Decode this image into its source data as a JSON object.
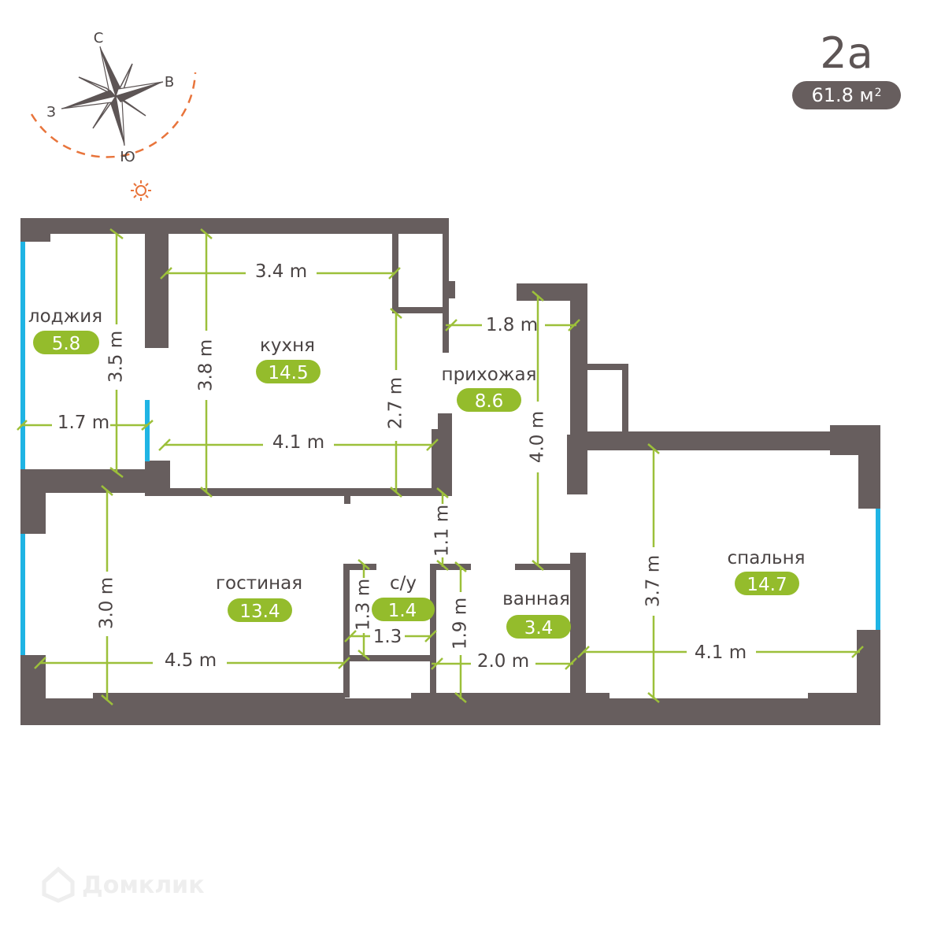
{
  "header": {
    "plan_type": "2а",
    "total_area": "61.8 м",
    "area_unit_sup": "2"
  },
  "compass": {
    "north": "С",
    "east": "В",
    "west": "З",
    "south": "Ю",
    "sun_icon": "sun-icon",
    "sun_color": "#e8743b"
  },
  "colors": {
    "wall": "#675e5e",
    "window": "#1fb4e4",
    "dimension": "#9cc03a",
    "area_pill": "#94bc2c"
  },
  "rooms": [
    {
      "id": "loggia",
      "name": "лоджия",
      "area": "5.8"
    },
    {
      "id": "kitchen",
      "name": "кухня",
      "area": "14.5"
    },
    {
      "id": "hallway",
      "name": "прихожая",
      "area": "8.6"
    },
    {
      "id": "living",
      "name": "гостиная",
      "area": "13.4"
    },
    {
      "id": "wc",
      "name": "с/у",
      "area": "1.4"
    },
    {
      "id": "bathroom",
      "name": "ванная",
      "area": "3.4"
    },
    {
      "id": "bedroom",
      "name": "спальня",
      "area": "14.7"
    }
  ],
  "dimensions": {
    "loggia_height": "3.5 m",
    "loggia_width": "1.7 m",
    "kitchen_top_width": "3.4 m",
    "kitchen_height": "3.8 m",
    "kitchen_right_height": "2.7 m",
    "kitchen_bottom_width": "4.1 m",
    "hallway_width": "1.8 m",
    "hallway_height": "4.0 m",
    "corridor_height": "1.1 m",
    "living_height": "3.0 m",
    "living_width": "4.5 m",
    "wc_height": "1.3 m",
    "wc_width": "1.3",
    "bath_height": "1.9 m",
    "bath_width": "2.0 m",
    "bedroom_height": "3.7 m",
    "bedroom_width": "4.1 m"
  },
  "watermark": {
    "text": "Домклик"
  }
}
